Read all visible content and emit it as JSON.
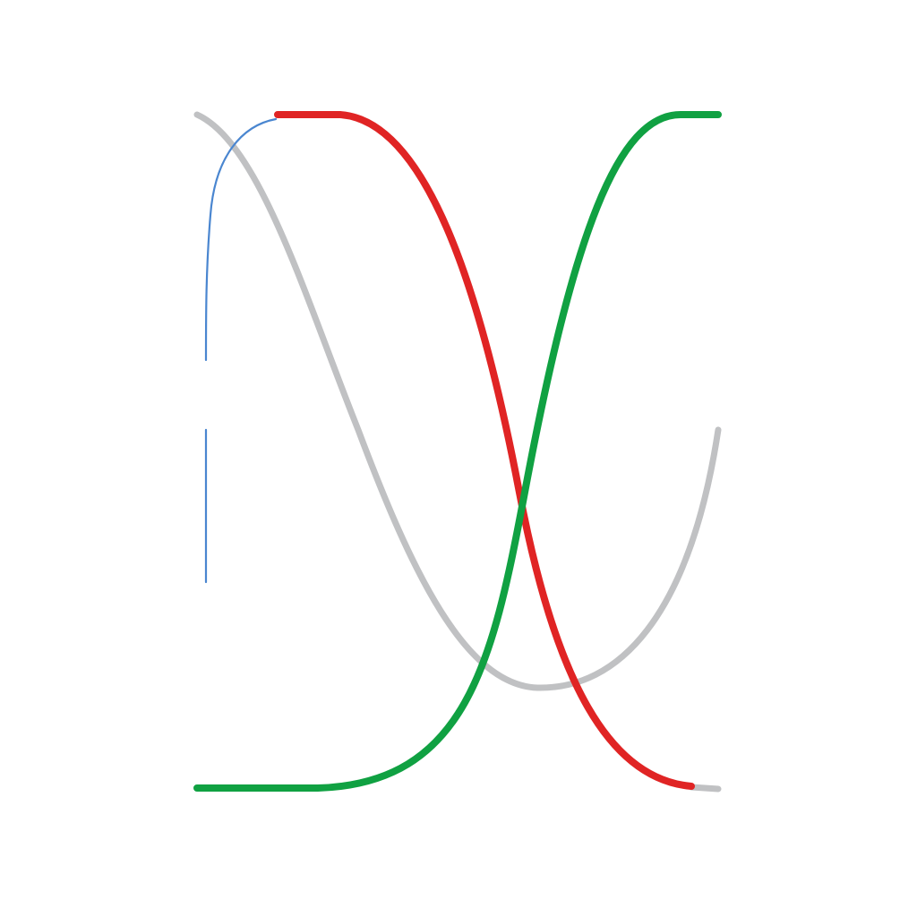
{
  "diagram": {
    "curves": [
      {
        "id": "gray-curve",
        "color": "#c0c1c3"
      },
      {
        "id": "red-curve",
        "color": "#e02424"
      },
      {
        "id": "green-curve",
        "color": "#10a142"
      }
    ],
    "arrow": {
      "id": "blue-arrow",
      "color": "#4a86d0",
      "direction": "down"
    }
  }
}
